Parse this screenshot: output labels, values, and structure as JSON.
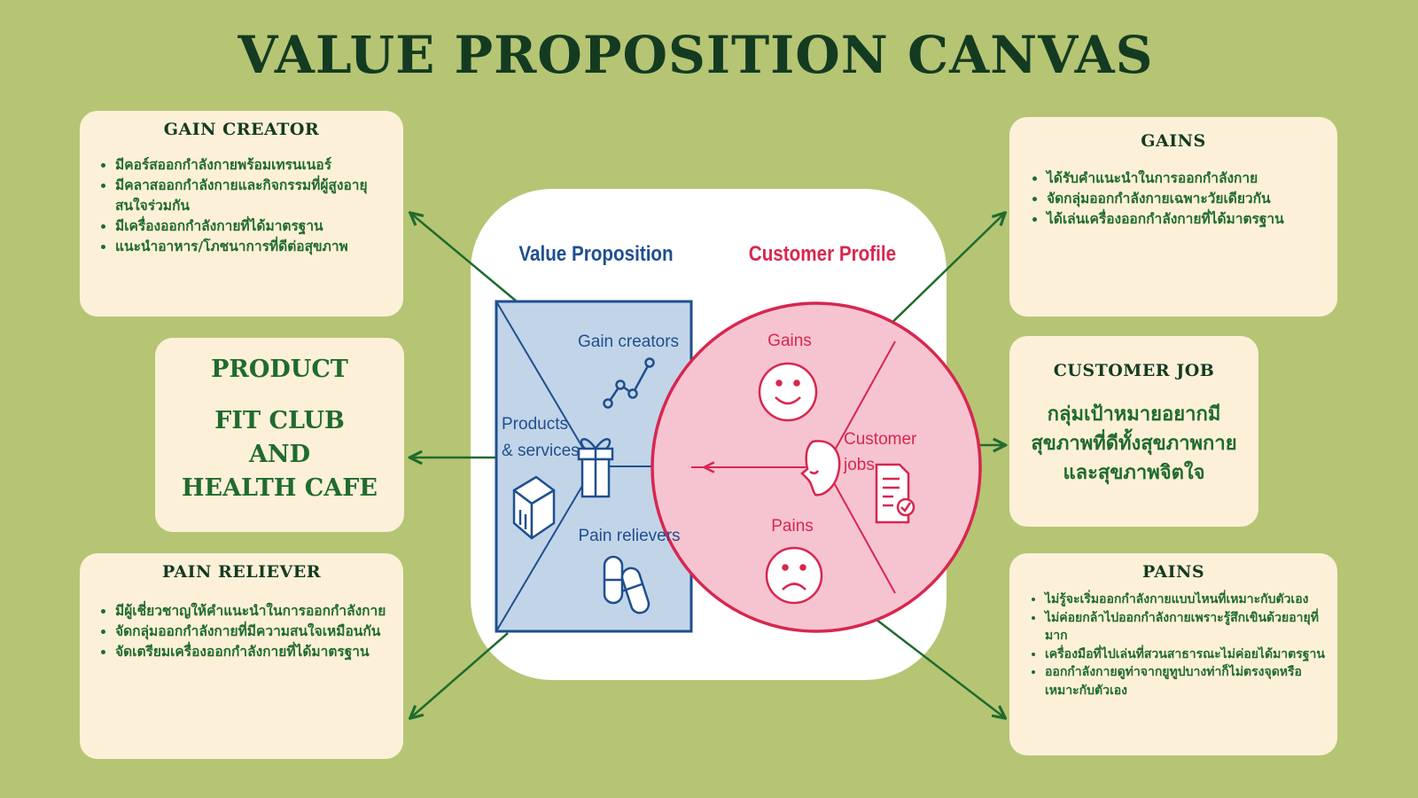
{
  "title": "VALUE PROPOSITION CANVAS",
  "gain_creator": {
    "heading": "GAIN CREATOR",
    "items": [
      "มีคอร์สออกกำลังกายพร้อมเทรนเนอร์",
      "มีคลาสออกกำลังกายและกิจกรรมที่ผู้สูงอายุสนใจร่วมกัน",
      "มีเครื่องออกกำลังกายที่ได้มาตรฐาน",
      "แนะนำอาหาร/โภชนาการที่ดีต่อสุขภาพ"
    ]
  },
  "product": {
    "heading": "PRODUCT",
    "line1": "FIT CLUB",
    "line2": "AND",
    "line3": "HEALTH CAFE"
  },
  "pain_reliever": {
    "heading": "PAIN RELIEVER",
    "items": [
      "มีผู้เชี่ยวชาญให้คำแนะนำในการออกกำลังกาย",
      "จัดกลุ่มออกกำลังกายที่มีความสนใจเหมือนกัน",
      "จัดเตรียมเครื่องออกกำลังกายที่ได้มาตรฐาน"
    ]
  },
  "gains": {
    "heading": "GAINS",
    "items": [
      "ได้รับคำแนะนำในการออกกำลังกาย",
      "จัดกลุ่มออกกำลังกายเฉพาะวัยเดียวกัน",
      "ได้เล่นเครื่องออกกำลังกายที่ได้มาตรฐาน"
    ]
  },
  "customer_job": {
    "heading": "CUSTOMER JOB",
    "text": "กลุ่มเป้าหมายอยากมีสุขภาพที่ดีทั้งสุขภาพกายและสุขภาพจิตใจ"
  },
  "pains": {
    "heading": "PAINS",
    "items": [
      "ไม่รู้จะเริ่มออกกำลังกายแบบไหนที่เหมาะกับตัวเอง",
      "ไม่ค่อยกล้าไปออกกำลังกายเพราะรู้สึกเขินด้วยอายุที่มาก",
      "เครื่องมือที่ไปเล่นที่สวนสาธารณะไม่ค่อยได้มาตรฐาน",
      "ออกกำลังกายดูท่าจากยูทูปบางท่าก็ไม่ตรงจุดหรือเหมาะกับตัวเอง"
    ]
  },
  "canvas": {
    "value_proposition_label": "Value Proposition",
    "customer_profile_label": "Customer Profile",
    "gain_creators_label": "Gain creators",
    "products_services_line1": "Products",
    "products_services_line2": "& services",
    "pain_relievers_label": "Pain relievers",
    "gains_label": "Gains",
    "pains_label": "Pains",
    "customer_jobs_line1": "Customer",
    "customer_jobs_line2": "jobs"
  },
  "colors": {
    "background": "#b5c574",
    "card": "#fdf0d8",
    "heading": "#153a22",
    "body_text": "#1f6b2e",
    "arrow": "#1f6b2e",
    "vp_blue": "#1f4f8f",
    "vp_fill": "#c2d5e8",
    "cp_red": "#d8264f",
    "cp_fill": "#f6c4d0"
  }
}
